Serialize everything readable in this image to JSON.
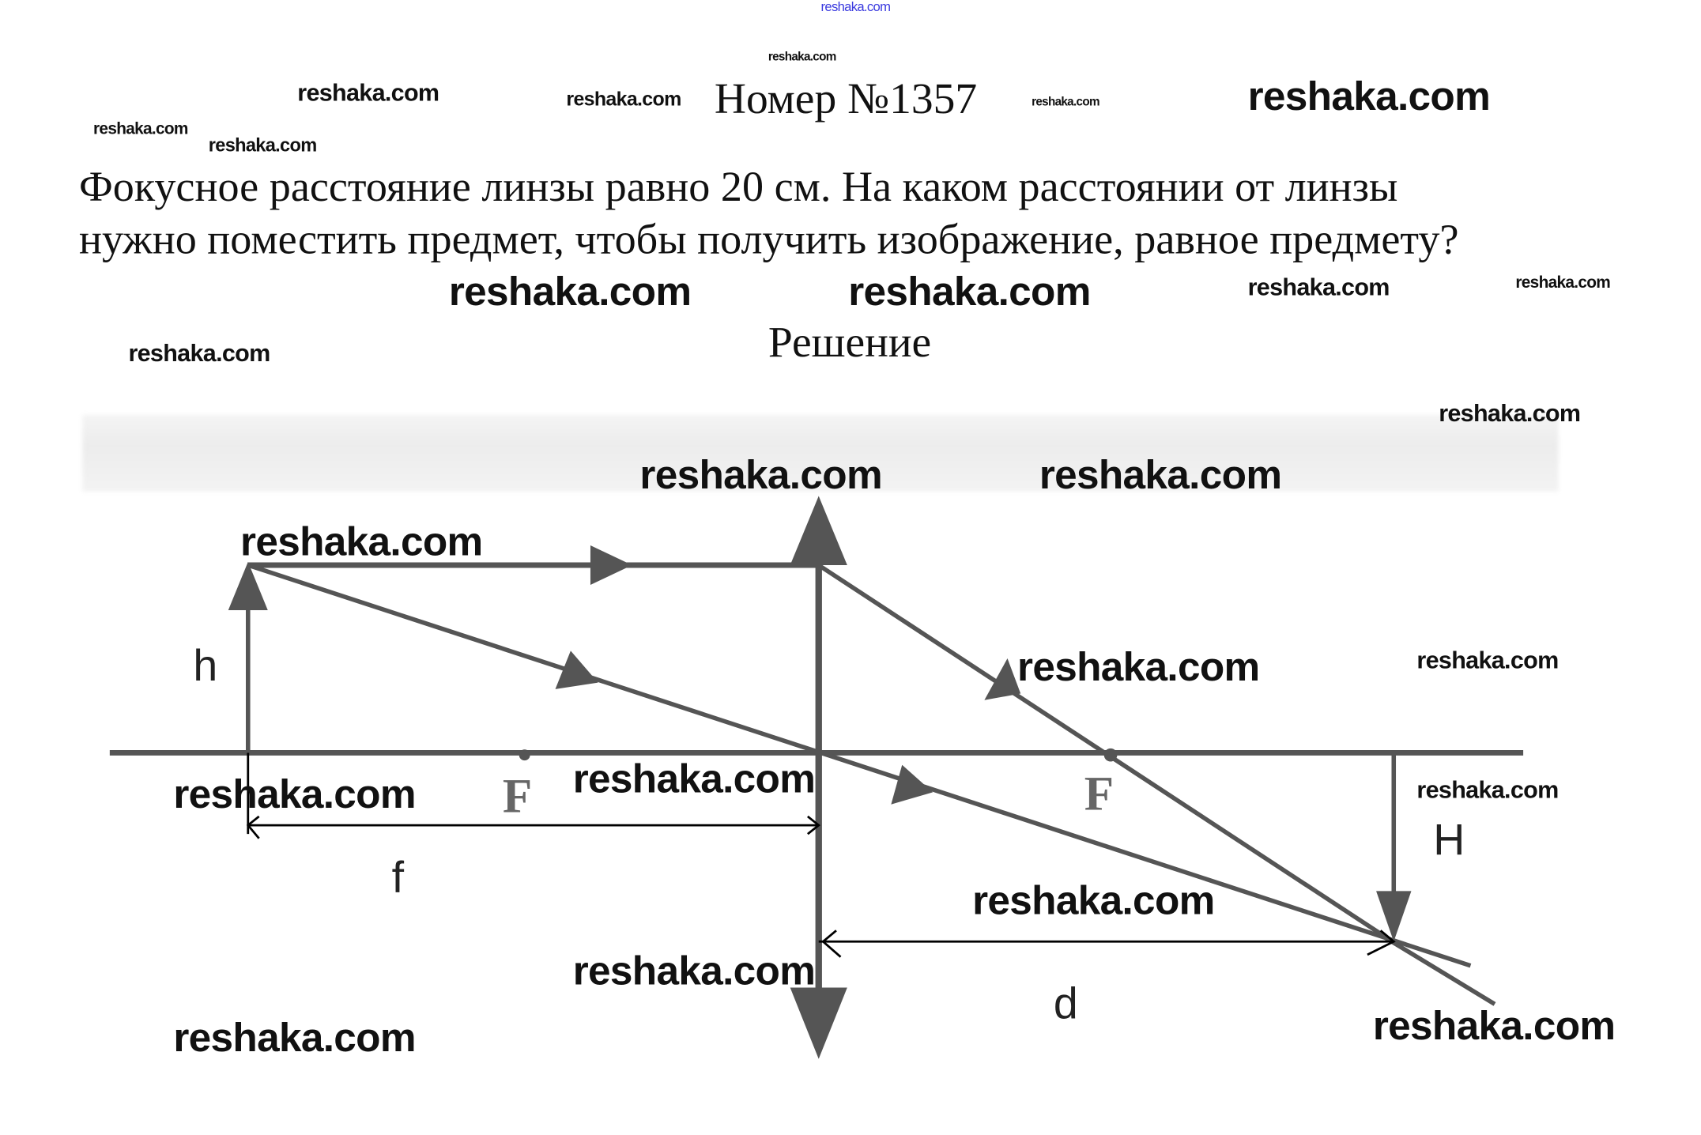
{
  "header_watermark": "reshaka.com",
  "title": "Номер №1357",
  "problem": {
    "line1": "Фокусное расстояние линзы равно 20 см. На каком расстоянии от линзы",
    "line2": "нужно поместить предмет, чтобы получить изображение, равное предмету?"
  },
  "solution_heading": "Решение",
  "watermark_text": "reshaka.com",
  "diagram": {
    "labels": {
      "h": "h",
      "f": "f",
      "H": "H",
      "d": "d",
      "F_left": "F",
      "F_right": "F"
    },
    "colors": {
      "ray": "#555555",
      "axis": "#555555",
      "dimension": "#000000"
    }
  }
}
